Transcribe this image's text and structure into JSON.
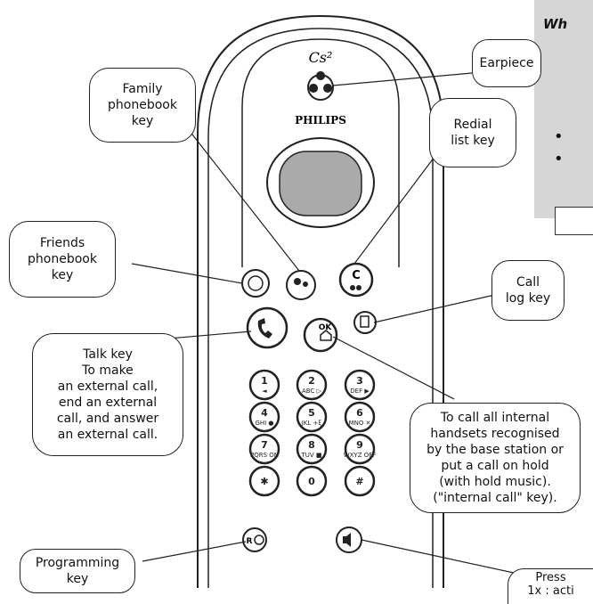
{
  "brand": {
    "logo_text": "PHILIPS",
    "model_mark": "Cs²"
  },
  "callouts": {
    "earpiece": "Earpiece",
    "family_phonebook": "Family\nphonebook\nkey",
    "redial": "Redial\nlist key",
    "friends_phonebook": "Friends\nphonebook\nkey",
    "call_log": "Call\nlog key",
    "talk": "Talk key\nTo make\nan external call,\nend an external\ncall, and answer\nan external call.",
    "internal_call": "To call all internal\nhandsets recognised\nby the base station or\nput a call on hold\n(with hold music).\n(\"internal call\" key).",
    "programming": "Programming\nkey",
    "press": "Press\n1x : acti"
  },
  "sidebar": {
    "title": "Wh"
  },
  "keypad": [
    {
      "digit": "1",
      "sub": "◄"
    },
    {
      "digit": "2",
      "sub": "ABC ▷"
    },
    {
      "digit": "3",
      "sub": "DEF ▶"
    },
    {
      "digit": "4",
      "sub": "GHI ●"
    },
    {
      "digit": "5",
      "sub": "JKL +ξ"
    },
    {
      "digit": "6",
      "sub": "MNO ✕"
    },
    {
      "digit": "7",
      "sub": "PQRS ON"
    },
    {
      "digit": "8",
      "sub": "TUV ■"
    },
    {
      "digit": "9",
      "sub": "WXYZ OFF"
    },
    {
      "digit": "✱",
      "sub": ""
    },
    {
      "digit": "0",
      "sub": ""
    },
    {
      "digit": "#",
      "sub": ""
    }
  ],
  "keys": {
    "ok_label": "OK",
    "redial_label": "C",
    "programming_label": "R"
  }
}
